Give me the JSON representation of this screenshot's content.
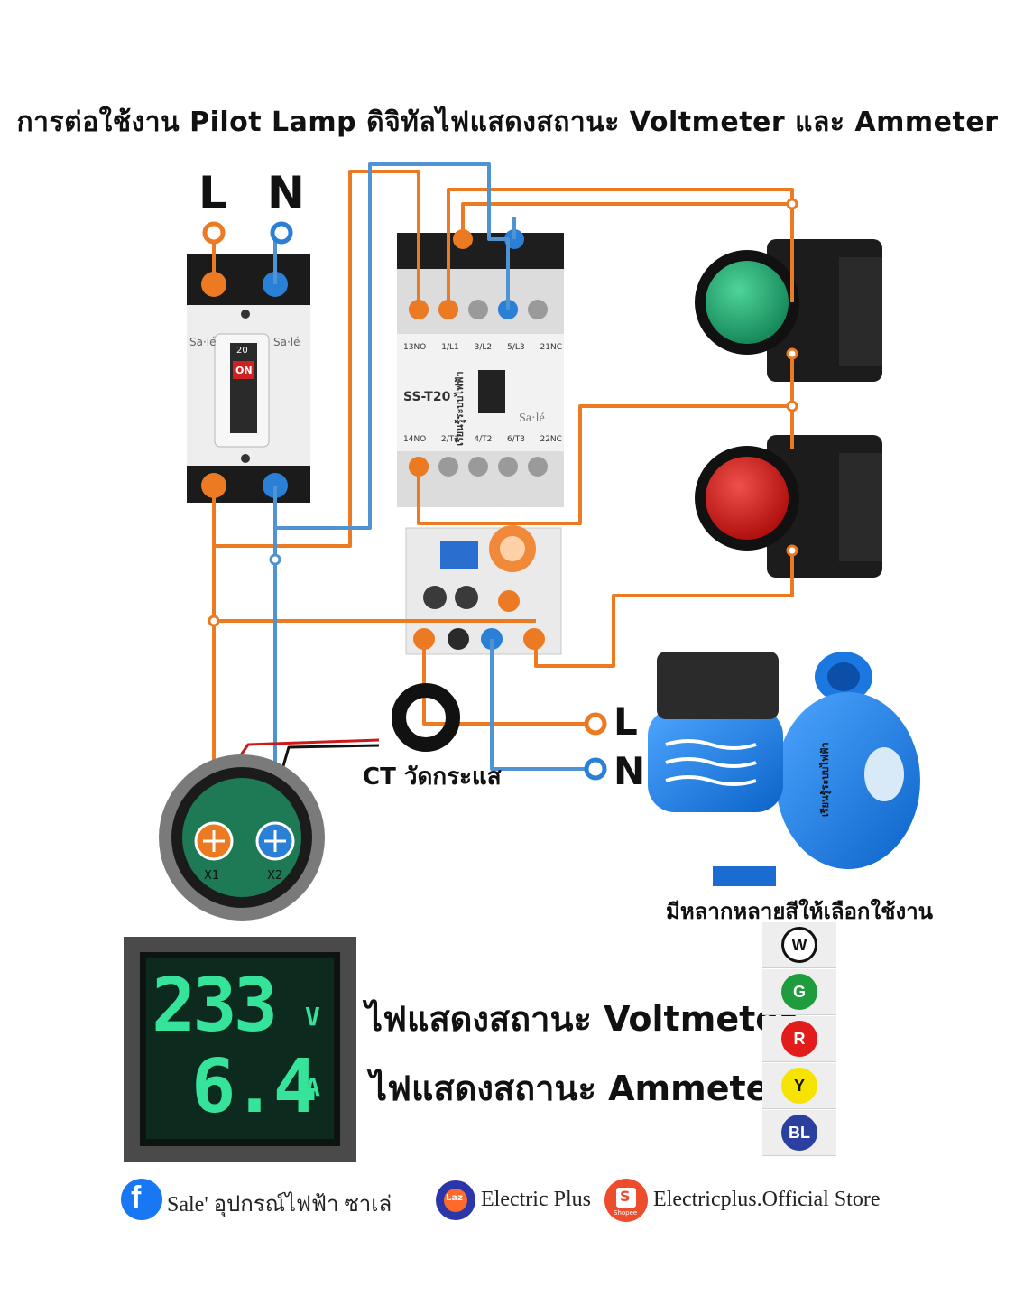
{
  "title": "การต่อใช้งาน Pilot Lamp ดิจิทัลไฟแสดงสถานะ Voltmeter และ Ammeter",
  "supply": {
    "l": "L",
    "n": "N"
  },
  "breaker": {
    "brand_left": "Sa·lé",
    "brand_right": "Sa·lé",
    "handle": "ON",
    "rating": "20"
  },
  "contactor": {
    "model": "SS-T20",
    "brand": "Sa·lé",
    "side_text": "เรียนรู้ระบบไฟฟ้า",
    "top_terminals": [
      "13NO",
      "1/L1",
      "3/L2",
      "5/L3",
      "21NC"
    ],
    "bottom_terminals": [
      "14NO",
      "2/T1",
      "4/T2",
      "6/T3",
      "22NC"
    ]
  },
  "ct": {
    "label": "CT วัดกระแส"
  },
  "load": {
    "l": "L",
    "n": "N",
    "pump_text": "เรียนรู้ระบบไฟฟ้า"
  },
  "meter": {
    "x1": "X1",
    "x2": "X2",
    "voltage": "233",
    "voltage_unit": "V",
    "current": "6.4",
    "current_unit": "A"
  },
  "display_labels": {
    "voltmeter": "ไฟแสดงสถานะ Voltmeter",
    "ammeter": "ไฟแสดงสถานะ Ammeter"
  },
  "colors": {
    "caption": "มีหลากหลายสีให้เลือกใช้งาน",
    "options": [
      {
        "code": "W",
        "fill": "#ffffff",
        "text": "#111111"
      },
      {
        "code": "G",
        "fill": "#1f9d3e",
        "text": "#ffffff"
      },
      {
        "code": "R",
        "fill": "#e21b1b",
        "text": "#ffffff"
      },
      {
        "code": "Y",
        "fill": "#f7e300",
        "text": "#111111"
      },
      {
        "code": "BL",
        "fill": "#2b3f9e",
        "text": "#ffffff"
      }
    ]
  },
  "footer": {
    "facebook": "Sale' อุปกรณ์ไฟฟ้า ซาเล่",
    "lazada_icon": "Laz",
    "lazada": "Electric Plus",
    "shopee_icon": "S",
    "shopee_sub": "Shopee",
    "shopee": "Electricplus.Official Store"
  }
}
